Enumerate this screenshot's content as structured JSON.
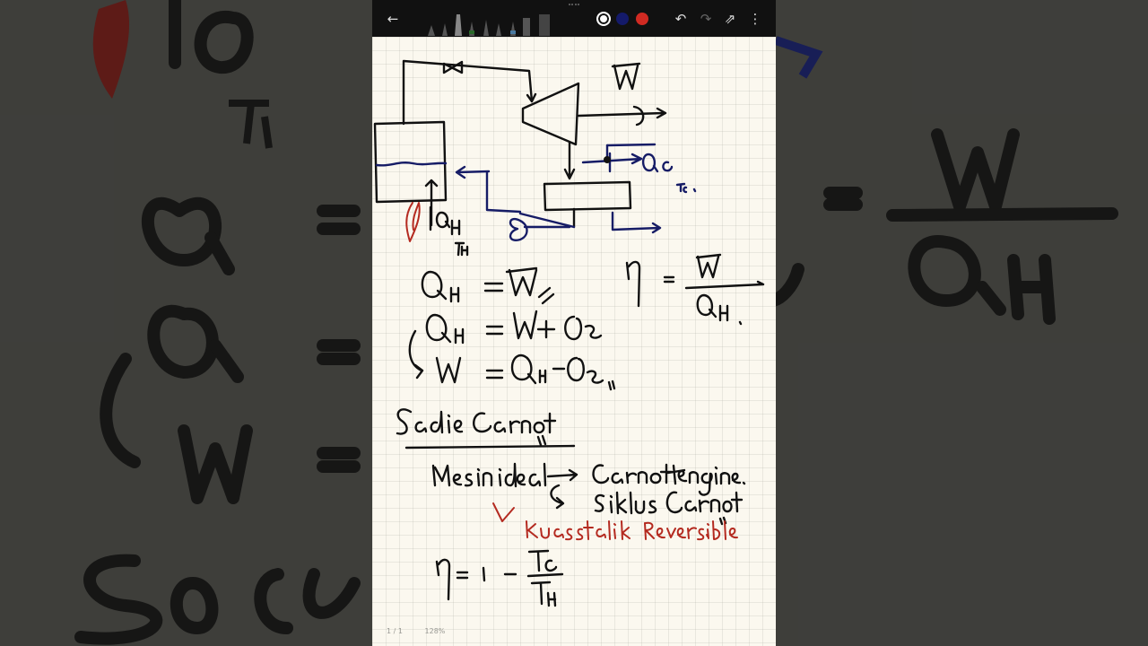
{
  "toolbar": {
    "back_icon": "arrow-left-icon",
    "colors": [
      "#ffffff",
      "#141a6a",
      "#d02a22"
    ],
    "undo_icon": "undo-icon",
    "redo_icon": "redo-icon",
    "share_icon": "share-icon",
    "more_icon": "more-vert-icon"
  },
  "footer": {
    "page": "1 / 1",
    "zoom": "128%"
  },
  "note": {
    "eq1": "QH = W",
    "eq2": "QH = W + Qc",
    "eq3": "W = QH - Qc",
    "eta": "η = W / QH",
    "heading": "Sadie Carnot",
    "line1_left": "Mesin ideal",
    "line1_right": "Carnot engine.",
    "line2": "Siklus Carnot",
    "line3": "kuasistatik Reversible",
    "eta2": "η = 1 - Tc / TH"
  }
}
